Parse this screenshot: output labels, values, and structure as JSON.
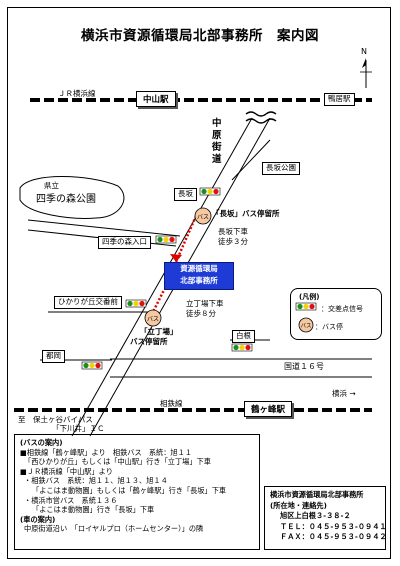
{
  "title": "横浜市資源循環局北部事務所　案内図",
  "north_label": "N",
  "rail": {
    "jr_line": "ＪＲ横浜線",
    "sotetsu_line": "相鉄線"
  },
  "stations": {
    "nakayama": "中山駅",
    "kamoi": "鴨居駅",
    "tsurugamine": "鶴ヶ峰駅"
  },
  "roads": {
    "nakahara_kaido": "中原街道",
    "route16": "国道１６号",
    "yokohama_dir": "横浜 →"
  },
  "places": {
    "kenritsu": "県立",
    "park_name": "四季の森公園",
    "nagasaka_park": "長坂公園",
    "office": "資源循環局北部事務所",
    "bypass_to": "至　保土ヶ谷バイパス",
    "shimokawai_ic": "「下川井」ＩＣ"
  },
  "intersections": {
    "nagasaka": "長坂",
    "shikinomori": "四季の森入口",
    "hikarigaoka": "ひかりが丘交番前",
    "tsuzuki": "都岡",
    "shirone": "白根"
  },
  "bus_stops": {
    "nagasaka_stop": "「長坂」バス停留所",
    "nagasaka_walk1": "長坂下車",
    "nagasaka_walk2": "徒歩３分",
    "tatsuba_stop1": "「立丁場」",
    "tatsuba_stop2": "バス停留所",
    "tatsuba_walk1": "立丁場下車",
    "tatsuba_walk2": "徒歩８分",
    "bus_mark": "バス"
  },
  "legend": {
    "title": "(凡例)",
    "signal": "：交差点信号",
    "bus": "：バス停"
  },
  "info": {
    "bus_header": "(バスの案内)",
    "lines": [
      "■相鉄線「鶴ヶ峰駅」より　相鉄バス　系統：旭１１",
      "「西ひかりが丘」もしくは「中山駅」行き「立丁場」下車",
      "■ＪＲ横浜線「中山駅」より",
      "・相鉄バス　系統：旭１１、旭１３、旭１４",
      "「よこはま動物園」もしくは「鶴ヶ峰駅」行き「長坂」下車",
      "・横浜市営バス　系統１３６",
      "「よこはま動物園」行き「長坂」下車"
    ],
    "car_header": "(車の案内)",
    "car_line": "中原街道沿い　「ロイヤルプロ（ホームセンター）」の隣"
  },
  "address": {
    "name": "横浜市資源循環局北部事務所",
    "heading": "(所在地・連絡先)",
    "street": "旭区上白根３-３８-２",
    "tel": "ＴＥＬ：０４５-９５３-０９４１",
    "fax": "ＦＡＸ：０４５-９５３-０９４２"
  },
  "colors": {
    "office_blue": "#1f3bd6",
    "route_red": "#e00000",
    "signal_green": "#1a8f1a",
    "signal_yellow": "#f2d200",
    "signal_red": "#e01010",
    "bus_orange": "#f4c8a0"
  }
}
